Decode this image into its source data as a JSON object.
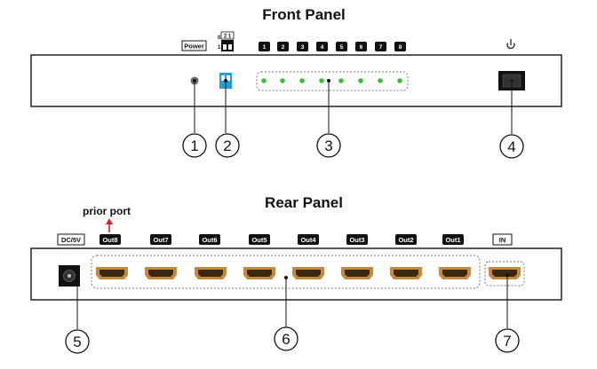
{
  "front_panel": {
    "title": "Front Panel",
    "power_label": "Power",
    "dip_top_numbers": "2 1",
    "dip_side_top": "0",
    "dip_side_bottom": "1",
    "led_numbers": [
      "1",
      "2",
      "3",
      "4",
      "5",
      "6",
      "7",
      "8"
    ],
    "callouts": [
      "1",
      "2",
      "3",
      "4"
    ],
    "colors": {
      "led": "#3dbb3d",
      "dip_switch": "#1e9fd8",
      "panel_border": "#222222"
    }
  },
  "rear_panel": {
    "title": "Rear Panel",
    "prior_port": "prior port",
    "dc_label": "DC/5V",
    "output_labels": [
      "Out8",
      "Out7",
      "Out6",
      "Out5",
      "Out4",
      "Out3",
      "Out2",
      "Out1"
    ],
    "input_label": "IN",
    "callouts": [
      "5",
      "6",
      "7"
    ],
    "colors": {
      "hdmi_gold": "#c48a3a",
      "arrow": "#e02020"
    }
  }
}
